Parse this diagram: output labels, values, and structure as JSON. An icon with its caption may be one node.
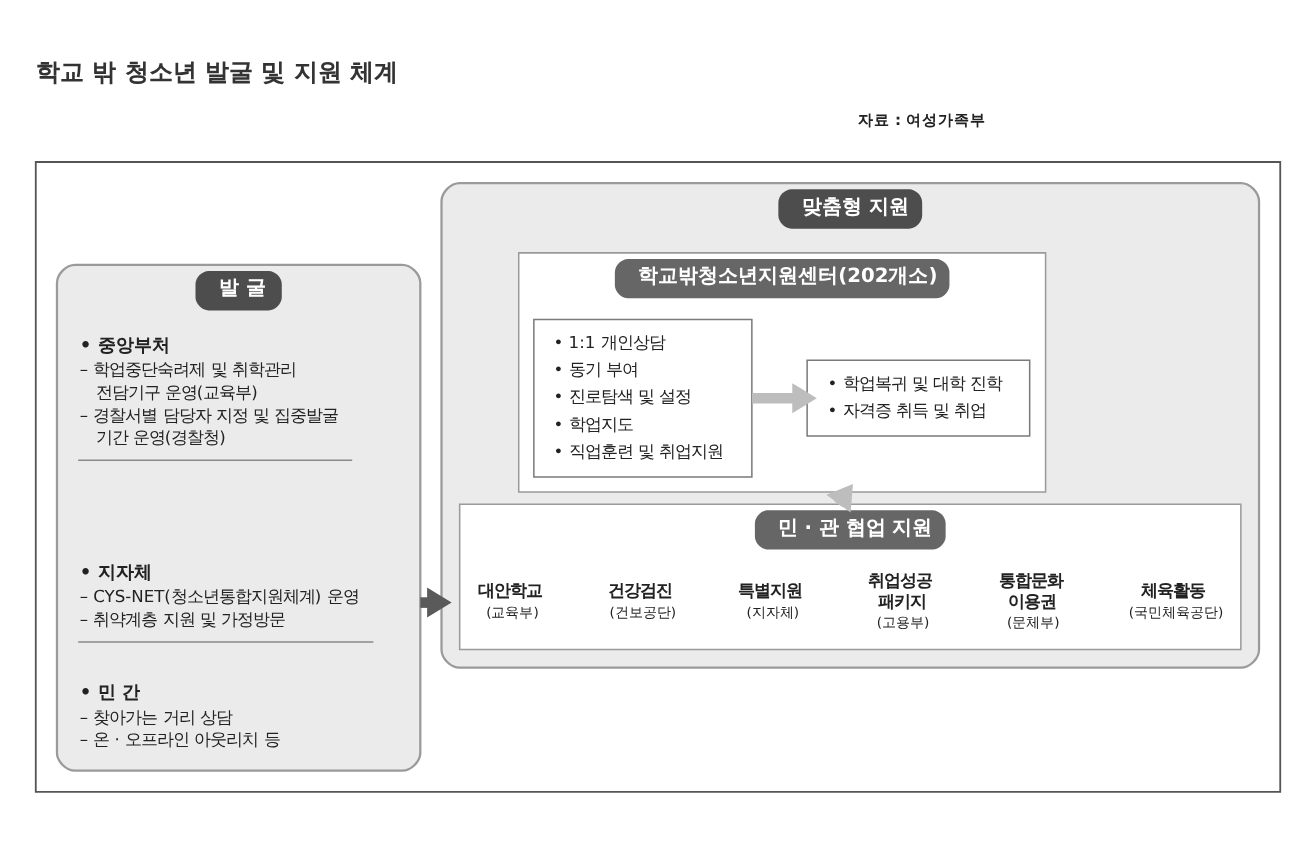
{
  "diagram": {
    "title": "학교 밖 청소년 발굴 및 지원 체계",
    "nodes": [
      {
        "text": [],
        "shape": "box"
      },
      {
        "text": [
          "발 굴"
        ],
        "in": 0
      },
      {
        "text": [
          "• 중앙부처",
          "– 학업중단숙려제 및 취학관리 전담기구 운영(교육부)",
          "– 경찰서별 담당자 지정 및 집중발굴 기간 운영(경찰청)"
        ],
        "in": 1
      },
      {
        "text": [
          "• 지자체",
          "– CYS-NET(청소년통합지원체계) 운영",
          "– 취약계층 지원 및 가정방문"
        ],
        "in": 1
      },
      {
        "text": [
          "• 민 간",
          "– 찾아가는 거리 상담",
          "– 온 · 오프라인 아웃리치 등"
        ],
        "in": 1
      },
      {
        "text": [
          "맞춤형 지원"
        ],
        "in": 0
      },
      {
        "text": [
          "학교밖청소년지원센터(202개소)"
        ],
        "in": 5
      },
      {
        "text": [
          "• 1:1 개인상담",
          "• 동기 부여",
          "• 진로탐색 및 설정",
          "• 학업지도",
          "• 직업훈련 및 취업지원"
        ],
        "in": 6
      },
      {
        "text": [
          "• 학업복귀 및 대학 진학",
          "• 자격증 취득 및 취업"
        ],
        "in": 6
      },
      {
        "text": [
          "민 · 관 협업 지원"
        ],
        "in": 5
      },
      {
        "text": [
          "대안학교",
          "(교육부)"
        ],
        "in": 9
      },
      {
        "text": [
          "건강검진",
          "(건보공단)"
        ],
        "in": 9
      },
      {
        "text": [
          "특별지원",
          "(지자체)"
        ],
        "in": 9
      },
      {
        "text": [
          "취업성공 패키지",
          "(고용부)"
        ],
        "in": 9
      },
      {
        "text": [
          "통합문화 이용권",
          "(문체부)"
        ],
        "in": 9
      },
      {
        "text": [
          "체육활동",
          "(국민체육공단)"
        ],
        "in": 9
      }
    ],
    "edges": [
      {
        "from": 1,
        "to": 5,
        "arrow": "to",
        "color": "#5a5a5a"
      },
      {
        "from": 7,
        "to": 8,
        "arrow": "to",
        "color": "#bdbdbd"
      },
      {
        "from": 9,
        "to": 6,
        "arrow": "to",
        "color": "#bdbdbd"
      }
    ],
    "labels": [
      "자료 : 여성가족부"
    ]
  }
}
